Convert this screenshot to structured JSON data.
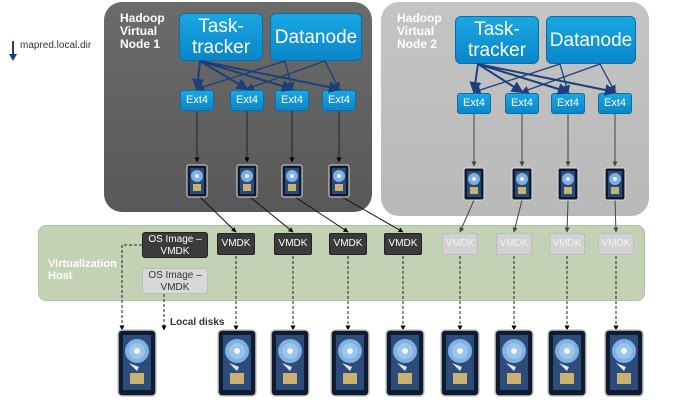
{
  "legend": {
    "mapred_label": "mapred.local.dir"
  },
  "node1": {
    "title": "Hadoop\nVirtual\nNode 1",
    "tasktracker": "Task-\ntracker",
    "datanode": "Datanode",
    "ext": [
      "Ext4",
      "Ext4",
      "Ext4",
      "Ext4"
    ]
  },
  "node2": {
    "title": "Hadoop\nVirtual\nNode 2",
    "tasktracker": "Task-\ntracker",
    "datanode": "Datanode",
    "ext": [
      "Ext4",
      "Ext4",
      "Ext4",
      "Ext4"
    ]
  },
  "host": {
    "label": "Virtualization\nHost",
    "os_image_1": "OS Image –\nVMDK",
    "os_image_2": "OS Image –\nVMDK",
    "vmdk_node1": [
      "VMDK",
      "VMDK",
      "VMDK",
      "VMDK"
    ],
    "vmdk_node2": [
      "VMDK",
      "VMDK",
      "VMDK",
      "VMDK"
    ]
  },
  "local_disks_label": "Local disks",
  "colors": {
    "accent_blue": "#0a86c9",
    "node1_bg": "#5e5e5e",
    "node2_bg": "#bebebe",
    "host_bg": "#c3d1b4"
  }
}
